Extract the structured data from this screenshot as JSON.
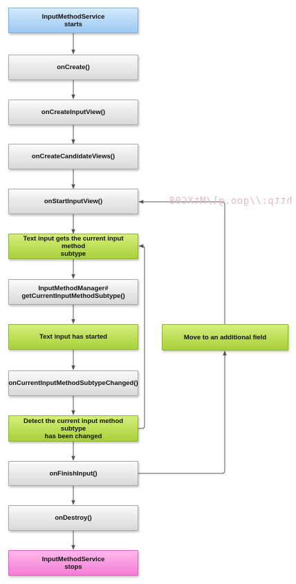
{
  "nodes": {
    "service_start": "InputMethodService\nstarts",
    "on_create": "onCreate()",
    "on_create_input_view": "onCreateInputView()",
    "on_create_candidate_views": "onCreateCandidateViews()",
    "on_start_input_view": "onStartInputView()",
    "get_subtype": "Text input gets the current input method\nsubtype",
    "imm_get_subtype": "InputMethodManager#\ngetCurrentInputMethodSubtype()",
    "text_input_started": "Text input has started",
    "subtype_changed_callback": "onCurrentInputMethodSubtypeChanged()",
    "detect_subtype_changed": "Detect the current input method subtype\nhas been changed",
    "on_finish_input": "onFinishInput()",
    "on_destroy": "onDestroy()",
    "service_stop": "InputMethodService\nstops",
    "move_field": "Move to an additional field"
  },
  "watermark": "http://goo.gl/MtXC08",
  "colors": {
    "start": "#b7dbf8",
    "step": "#eeeeee",
    "action": "#bde05a",
    "end": "#fb9ee3",
    "connector": "#555555"
  }
}
